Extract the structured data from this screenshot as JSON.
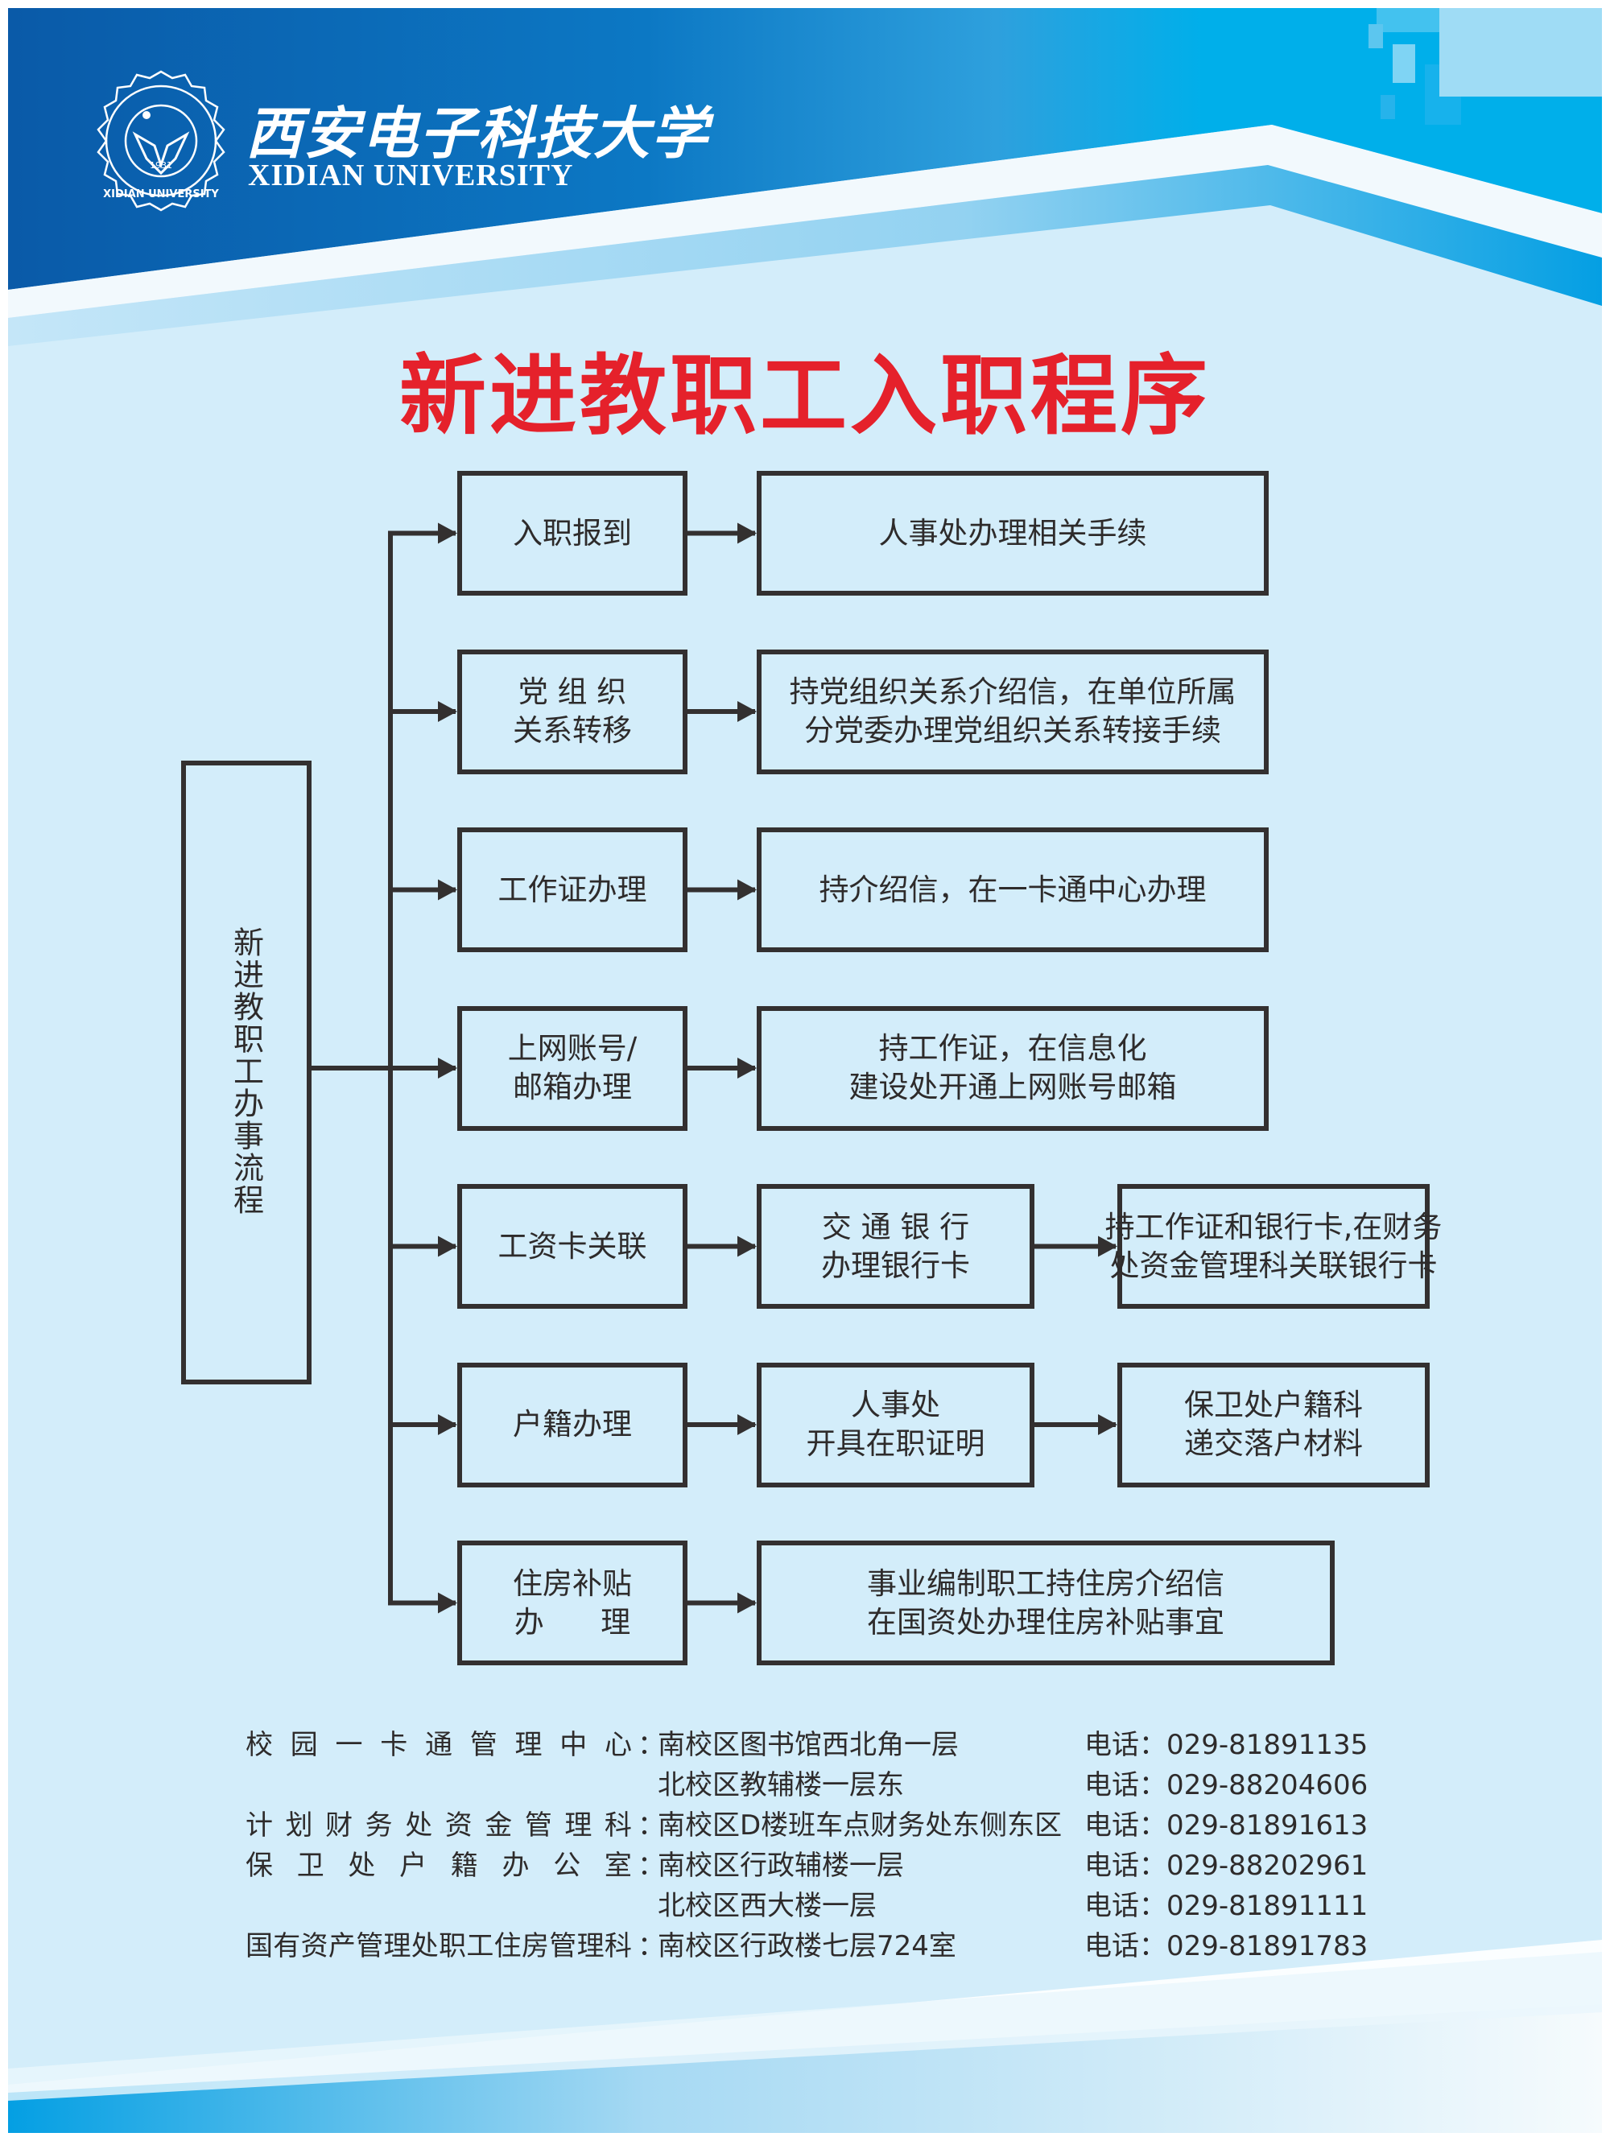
{
  "header": {
    "university_name_cn": "西安电子科技大学",
    "university_name_en": "XIDIAN UNIVERSITY",
    "logo": {
      "icon": "university-seal-icon",
      "year": "1931",
      "ring_text": "XIDIAN UNIVERSITY"
    }
  },
  "title": "新进教职工入职程序",
  "colors": {
    "title": "#e5212b",
    "background": "#d3edfa",
    "header_dark": "#0a5fae",
    "header_light": "#00aeea",
    "box_border": "#333030",
    "text": "#2e2b2b"
  },
  "flow": {
    "root": "新进教职工办事流程",
    "steps": [
      {
        "label": "入职报到",
        "details": [
          "人事处办理相关手续"
        ]
      },
      {
        "label": "党 组 织\n关系转移",
        "details": [
          "持党组织关系介绍信，在单位所属\n分党委办理党组织关系转接手续"
        ]
      },
      {
        "label": "工作证办理",
        "details": [
          "持介绍信，在一卡通中心办理"
        ]
      },
      {
        "label": "上网账号/\n邮箱办理",
        "details": [
          "持工作证，在信息化\n建设处开通上网账号邮箱"
        ]
      },
      {
        "label": "工资卡关联",
        "details": [
          "交 通 银 行\n办理银行卡",
          "持工作证和银行卡,在财务\n处资金管理科关联银行卡"
        ]
      },
      {
        "label": "户籍办理",
        "details": [
          "人事处\n开具在职证明",
          "保卫处户籍科\n递交落户材料"
        ]
      },
      {
        "label": "住房补贴\n办      理",
        "details": [
          "事业编制职工持住房介绍信\n在国资处办理住房补贴事宜"
        ]
      }
    ]
  },
  "contacts": [
    {
      "dept": "校园一卡通管理中心",
      "address": "南校区图书馆西北角一层",
      "phone": "电话：029-81891135"
    },
    {
      "dept": "",
      "address": "北校区教辅楼一层东",
      "phone": "电话：029-88204606"
    },
    {
      "dept": "计划财务处资金管理科",
      "address": "南校区D楼班车点财务处东侧东区",
      "phone": "电话：029-81891613"
    },
    {
      "dept": "保卫处户籍办公室",
      "address": "南校区行政辅楼一层",
      "phone": "电话：029-88202961"
    },
    {
      "dept": "",
      "address": "北校区西大楼一层",
      "phone": "电话：029-81891111"
    },
    {
      "dept": "国有资产管理处职工住房管理科",
      "address": "南校区行政楼七层724室",
      "phone": "电话：029-81891783"
    }
  ]
}
